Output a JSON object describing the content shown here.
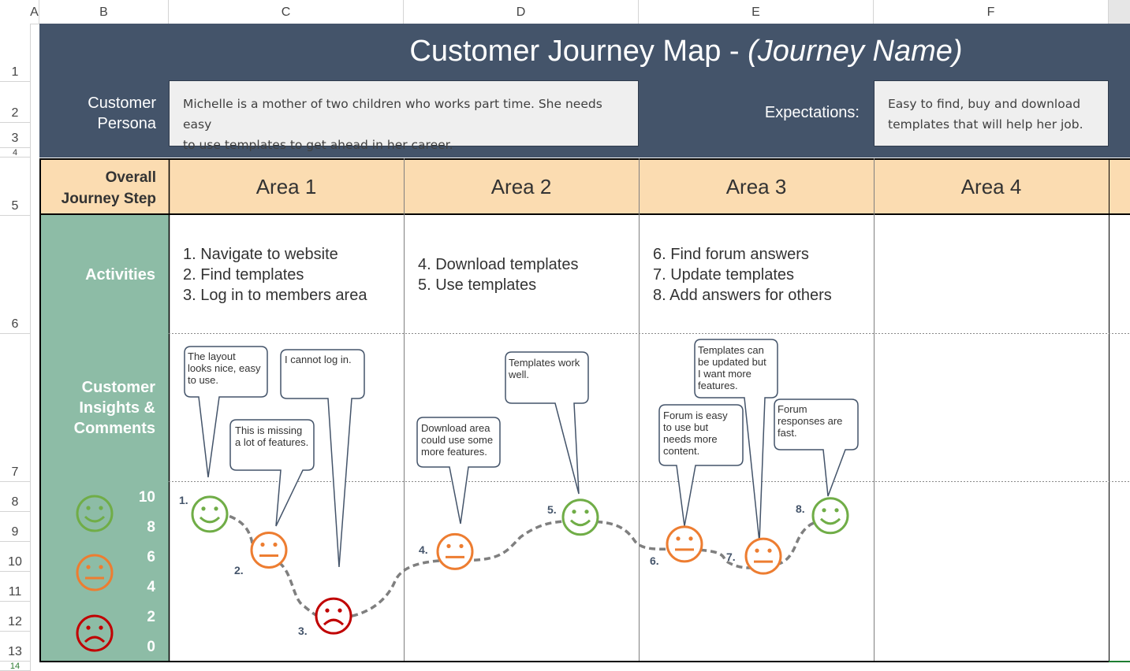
{
  "spreadsheet": {
    "columns": [
      "A",
      "B",
      "C",
      "D",
      "E",
      "F"
    ],
    "rows": [
      "1",
      "2",
      "3",
      "4",
      "5",
      "6",
      "7",
      "8",
      "9",
      "10",
      "11",
      "12",
      "13",
      "14"
    ]
  },
  "header": {
    "title_main": "Customer Journey Map - ",
    "title_italic": "(Journey Name)",
    "persona_label_1": "Customer",
    "persona_label_2": "Persona",
    "persona_text_1": "Michelle is a mother of two children who works part time. She needs easy",
    "persona_text_2": "to use templates to get ahead in her career.",
    "expectations_label": "Expectations:",
    "expectations_text_1": "Easy to find, buy and download",
    "expectations_text_2": "templates that will help her job."
  },
  "journey": {
    "label_1": "Overall",
    "label_2": "Journey Step",
    "areas": [
      "Area 1",
      "Area 2",
      "Area 3",
      "Area 4"
    ]
  },
  "activities": {
    "label": "Activities",
    "area1": [
      "1. Navigate to website",
      "2. Find templates",
      "3. Log in to members area"
    ],
    "area2": [
      "4. Download templates",
      "5. Use templates"
    ],
    "area3": [
      "6. Find forum answers",
      "7. Update templates",
      "8. Add answers for others"
    ]
  },
  "insights": {
    "label_1": "Customer",
    "label_2": "Insights &",
    "label_3": "Comments",
    "bubbles": [
      [
        "The layout",
        "looks nice, easy",
        "to use."
      ],
      [
        "I cannot log in."
      ],
      [
        "This is missing",
        "a lot of features."
      ],
      [
        "Download area",
        "could use some",
        "more features."
      ],
      [
        "Templates work",
        "well."
      ],
      [
        "Templates can",
        "be updated but",
        "I want more",
        "features."
      ],
      [
        "Forum is easy",
        "to use but",
        "needs more",
        "content."
      ],
      [
        "Forum",
        "responses are",
        "fast."
      ]
    ]
  },
  "scale": {
    "values": [
      "10",
      "8",
      "6",
      "4",
      "2",
      "0"
    ],
    "icons": [
      "happy-face",
      "neutral-face",
      "sad-face"
    ]
  },
  "steps": {
    "labels": [
      "1.",
      "2.",
      "3.",
      "4.",
      "5.",
      "6.",
      "7.",
      "8."
    ],
    "scores": [
      8.9,
      6.5,
      2.1,
      6.4,
      8.7,
      6.9,
      6.1,
      8.8
    ]
  },
  "colors": {
    "banner": "#44546a",
    "area_row": "#fbdcb1",
    "teal": "#8dbca6",
    "happy": "#70ad47",
    "neutral": "#ed7d31",
    "sad": "#c00000",
    "path": "#7f7f7f"
  }
}
